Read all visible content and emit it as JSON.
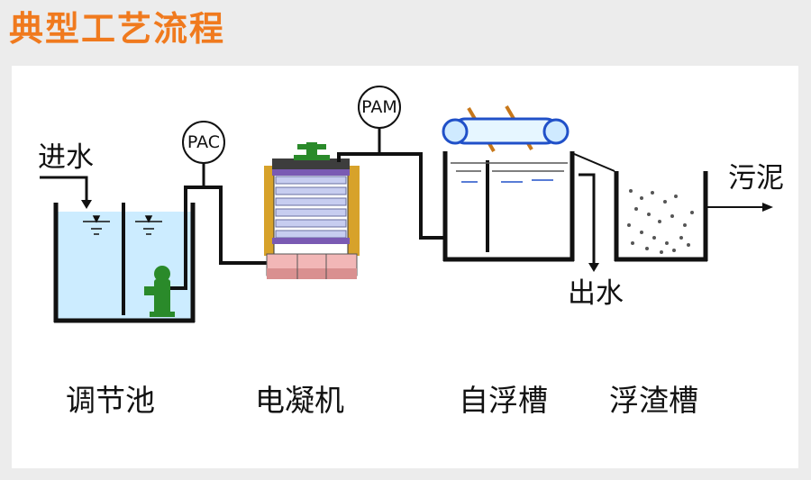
{
  "title": "典型工艺流程",
  "labels": {
    "inlet_water": "进水",
    "outlet_water": "出水",
    "sludge": "污泥",
    "pac": "PAC",
    "pam": "PAM"
  },
  "stages": [
    "调节池",
    "电凝机",
    "自浮槽",
    "浮渣槽"
  ],
  "colors": {
    "title": "#f07a1e",
    "pipe": "#111111",
    "water_fill": "#ccecff",
    "pump": "#2a8a2a",
    "cell_plate": "#c7cdf0",
    "frame_wood": "#d7a22a",
    "cap_purple": "#7a5ab3",
    "base_pink": "#f2b7b7",
    "belt": "#2050c8",
    "scraper": "#c8781a"
  }
}
